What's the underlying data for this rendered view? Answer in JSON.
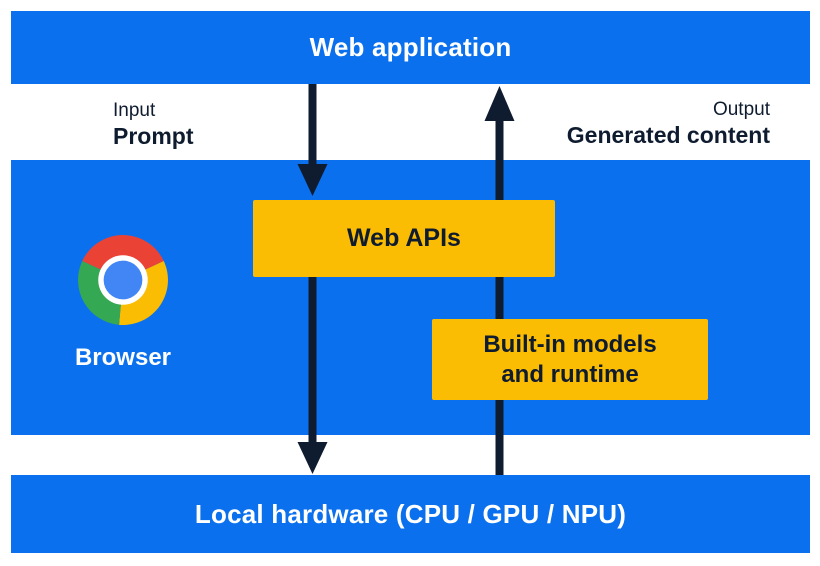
{
  "colors": {
    "blue": "#0b70ee",
    "yellow": "#fbbc04",
    "dark": "#0f1c30",
    "white": "#ffffff",
    "logo-red": "#ea4335",
    "logo-yellow": "#fbbc04",
    "logo-green": "#34a853",
    "logo-blue": "#4285f4"
  },
  "top_bar": {
    "label": "Web application"
  },
  "io": {
    "input_title": "Input",
    "input_value": "Prompt",
    "output_title": "Output",
    "output_value": "Generated content"
  },
  "browser_layer": {
    "browser_label": "Browser",
    "web_apis_label": "Web APIs",
    "builtin_line1": "Built-in models",
    "builtin_line2": "and runtime"
  },
  "bottom_bar": {
    "label": "Local hardware (CPU / GPU / NPU)"
  },
  "icons": {
    "chrome_logo": "chrome-logo",
    "down_arrow": "prompt flow from web application through Web APIs to local hardware",
    "up_arrow": "generated content flow from local hardware through built-in models to web application"
  }
}
